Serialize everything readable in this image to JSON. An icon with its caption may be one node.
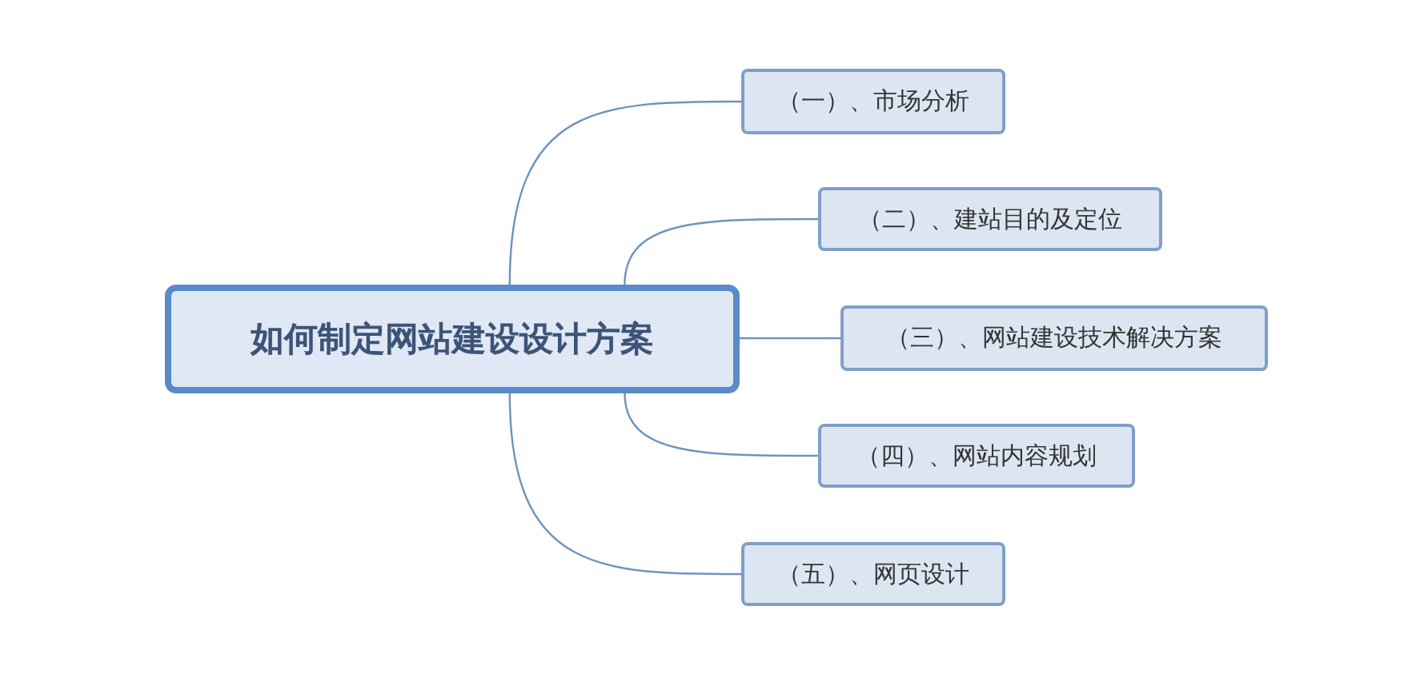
{
  "diagram": {
    "nodes": [
      {
        "text": [
          "如何制定网站建设设计方案"
        ]
      },
      {
        "text": [
          "（一）、市场分析"
        ]
      },
      {
        "text": [
          "（二）、建站目的及定位"
        ]
      },
      {
        "text": [
          "（三）、网站建设技术解决方案"
        ]
      },
      {
        "text": [
          "（四）、网站内容规划"
        ]
      },
      {
        "text": [
          "（五）、网页设计"
        ]
      }
    ],
    "edges": [
      {
        "from": 0,
        "to": 1,
        "arrow": "none"
      },
      {
        "from": 0,
        "to": 2,
        "arrow": "none"
      },
      {
        "from": 0,
        "to": 3,
        "arrow": "none"
      },
      {
        "from": 0,
        "to": 4,
        "arrow": "none"
      },
      {
        "from": 0,
        "to": 5,
        "arrow": "none"
      }
    ]
  }
}
